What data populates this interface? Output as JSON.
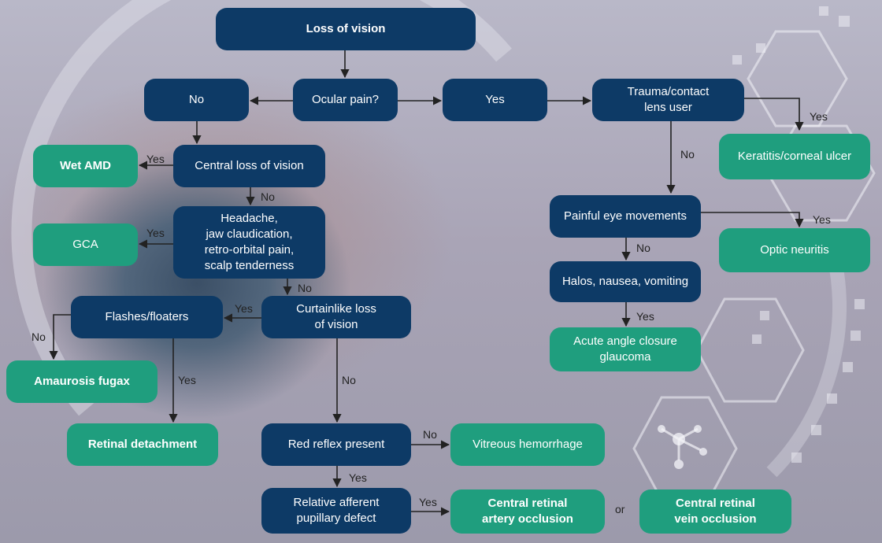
{
  "nodes": {
    "loss_of_vision": "Loss of vision",
    "ocular_pain": "Ocular pain?",
    "no_branch": "No",
    "yes_branch": "Yes",
    "trauma": "Trauma/contact\nlens user",
    "keratitis": "Keratitis/corneal ulcer",
    "painful_eye": "Painful eye movements",
    "optic_neuritis": "Optic neuritis",
    "halos": "Halos, nausea, vomiting",
    "acute_angle": "Acute angle closure\nglaucoma",
    "central_loss": "Central loss of vision",
    "wet_amd": "Wet AMD",
    "headache": "Headache,\njaw claudication,\nretro-orbital pain,\nscalp tenderness",
    "gca": "GCA",
    "curtainlike": "Curtainlike loss\nof vision",
    "flashes": "Flashes/floaters",
    "amaurosis": "Amaurosis fugax",
    "retinal_detachment": "Retinal detachment",
    "red_reflex": "Red reflex present",
    "vitreous": "Vitreous hemorrhage",
    "rapd": "Relative afferent\npupillary defect",
    "crao": "Central retinal\nartery occlusion",
    "crvo": "Central retinal\nvein occlusion"
  },
  "edge_labels": {
    "yes": "Yes",
    "no": "No",
    "or": "or"
  },
  "colors": {
    "question": "#0d3a66",
    "diagnosis": "#1f9e7e",
    "arrow": "#222222"
  }
}
